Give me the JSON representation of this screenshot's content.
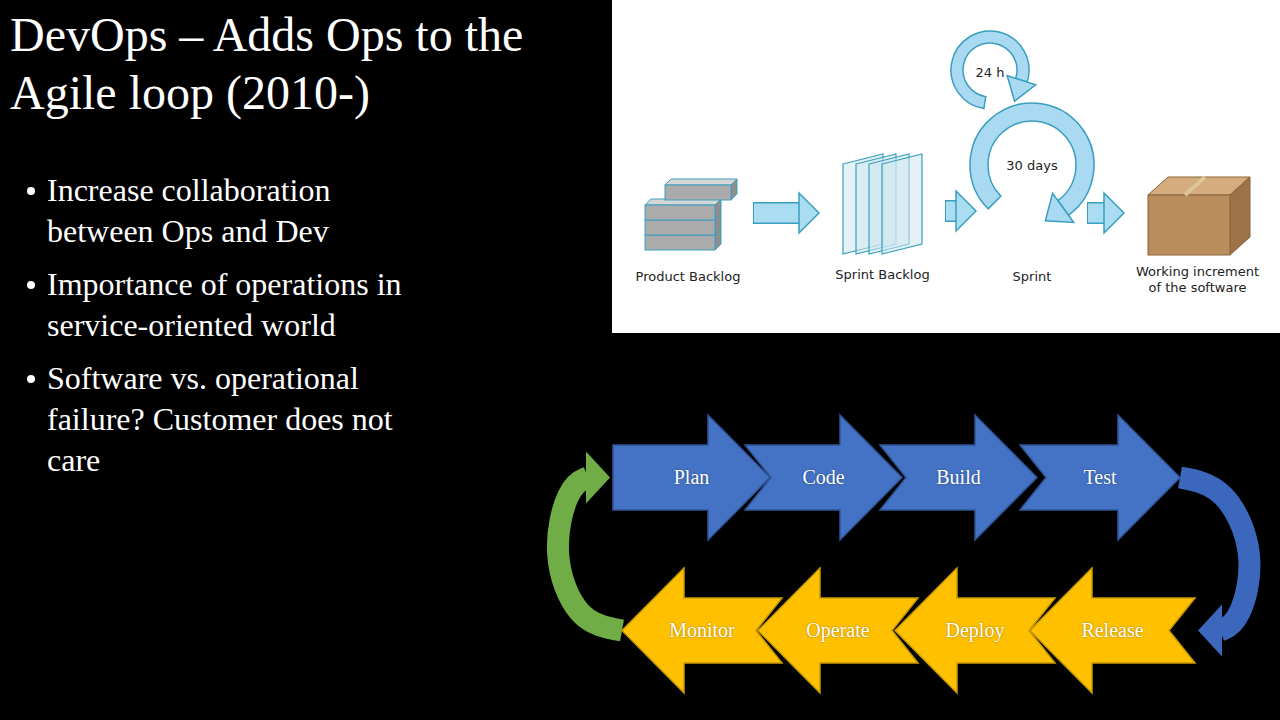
{
  "diagram": {
    "title": "DevOps – Adds Ops to the Agile loop (2010-)",
    "nodes": [
      {
        "text": [
          "Product Backlog"
        ]
      },
      {
        "text": [
          "Sprint Backlog"
        ]
      },
      {
        "text": [
          "Sprint"
        ]
      },
      {
        "text": [
          "Working increment of the software"
        ]
      },
      {
        "text": [
          "Plan"
        ]
      },
      {
        "text": [
          "Code"
        ]
      },
      {
        "text": [
          "Build"
        ]
      },
      {
        "text": [
          "Test"
        ]
      },
      {
        "text": [
          "Release"
        ]
      },
      {
        "text": [
          "Deploy"
        ]
      },
      {
        "text": [
          "Operate"
        ]
      },
      {
        "text": [
          "Monitor"
        ]
      }
    ],
    "edges": [
      {
        "from": 0,
        "to": 1,
        "arrow": "to"
      },
      {
        "from": 1,
        "to": 2,
        "arrow": "to"
      },
      {
        "from": 2,
        "to": 3,
        "arrow": "to"
      },
      {
        "from": 7,
        "to": 8,
        "arrow": "to"
      },
      {
        "from": 11,
        "to": 4,
        "arrow": "to"
      }
    ],
    "labels": [
      "Increase collaboration between Ops and Dev",
      "Importance of operations in service-oriented world",
      "Software vs. operational failure? Customer does not care",
      "24 h",
      "30 days"
    ]
  }
}
